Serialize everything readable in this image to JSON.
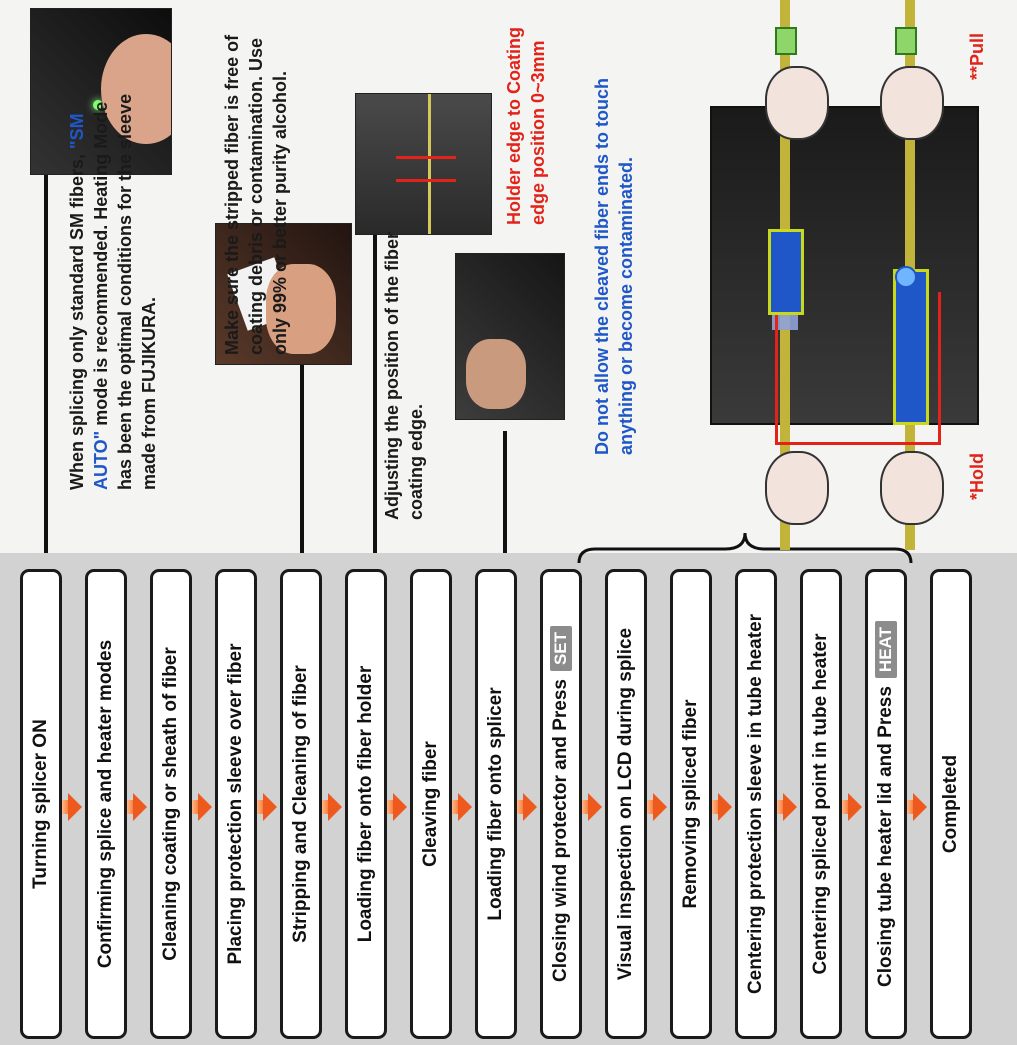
{
  "steps": [
    {
      "label": "Turning splicer ON",
      "key": ""
    },
    {
      "label": "Confirming splice and heater modes",
      "key": ""
    },
    {
      "label": "Cleaning coating or sheath of fiber",
      "key": ""
    },
    {
      "label": "Placing protection sleeve over fiber",
      "key": ""
    },
    {
      "label": "Stripping and Cleaning of fiber",
      "key": ""
    },
    {
      "label": "Loading fiber onto fiber holder",
      "key": ""
    },
    {
      "label": "Cleaving fiber",
      "key": ""
    },
    {
      "label": "Loading fiber onto splicer",
      "key": ""
    },
    {
      "label": "Closing wind protector and Press",
      "key": "SET"
    },
    {
      "label": "Visual inspection on LCD during splice",
      "key": ""
    },
    {
      "label": "Removing spliced fiber",
      "key": ""
    },
    {
      "label": "Centering protection sleeve in tube heater",
      "key": ""
    },
    {
      "label": "Centering spliced point in tube heater",
      "key": ""
    },
    {
      "label": "Closing tube heater lid and Press",
      "key": "HEAT"
    },
    {
      "label": "Completed",
      "key": ""
    }
  ],
  "notes": {
    "modes_pre": "When splicing only standard SM fibers, ",
    "modes_highlight": "\"SM AUTO\"",
    "modes_post": " mode is recommended. Heating Mode has been the optimal conditions for the sleeve made from FUJIKURA.",
    "stripping": "Make sure the stripped fiber is free of coating debris or contamination. Use only 99% or better purity alcohol.",
    "holder": "Adjusting the position of the fiber coating edge.",
    "holder_edge": "Holder edge to Coating edge position 0~3mm",
    "cleaved": "Do not allow the cleaved fiber ends to touch anything or become contaminated.",
    "pull": "**Pull",
    "hold": "*Hold"
  },
  "colors": {
    "accent_orange": "#ee5a1e",
    "note_blue": "#1f57c8",
    "note_red": "#e2231a",
    "band_gray": "#d2d2d2"
  }
}
